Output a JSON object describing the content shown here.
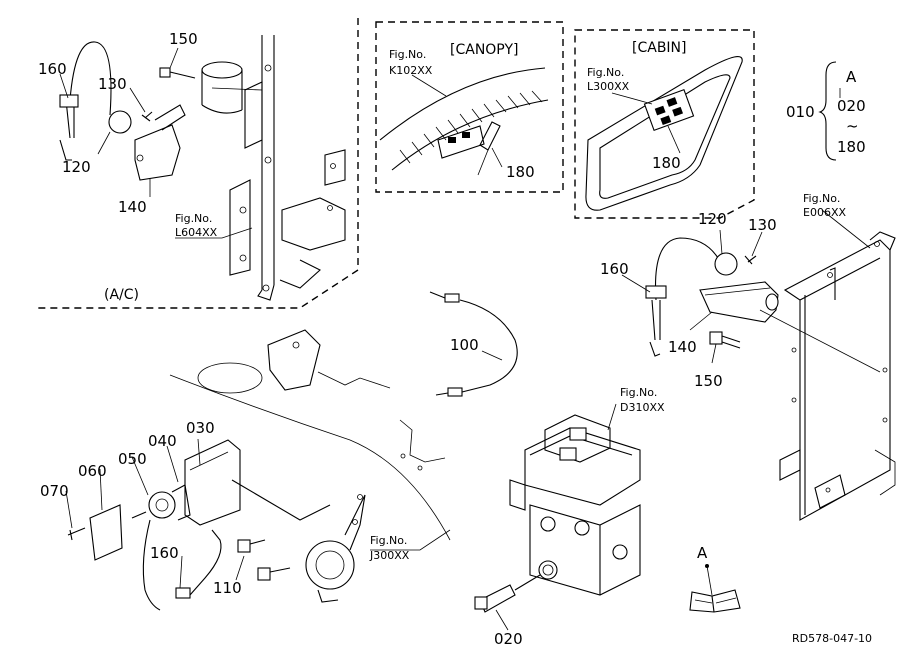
{
  "parts": {
    "p010": "010",
    "p020_legend": "020",
    "p020": "020",
    "p030": "030",
    "p040": "040",
    "p050": "050",
    "p060": "060",
    "p070": "070",
    "p100": "100",
    "p110": "110",
    "p120_ac": "120",
    "p120_r": "120",
    "p130_ac": "130",
    "p130_r": "130",
    "p140_ac": "140",
    "p140_r": "140",
    "p150_ac": "150",
    "p150_r": "150",
    "p160_ac": "160",
    "p160_r": "160",
    "p160_b": "160",
    "p180_canopy": "180",
    "p180_cabin": "180",
    "p180_legend": "180"
  },
  "figrefs": {
    "fig_label": "Fig.No.",
    "l604": "L604XX",
    "k102": "K102XX",
    "l300": "L300XX",
    "e006": "E006XX",
    "d310": "D310XX",
    "j300": "J300XX"
  },
  "boxes": {
    "ac": "(A/C)",
    "canopy": "[CANOPY]",
    "cabin": "[CABIN]"
  },
  "legend": {
    "letter": "A",
    "range_symbol": "~"
  },
  "detail": {
    "letter": "A"
  },
  "footer": {
    "code": "RD578-047-10"
  }
}
